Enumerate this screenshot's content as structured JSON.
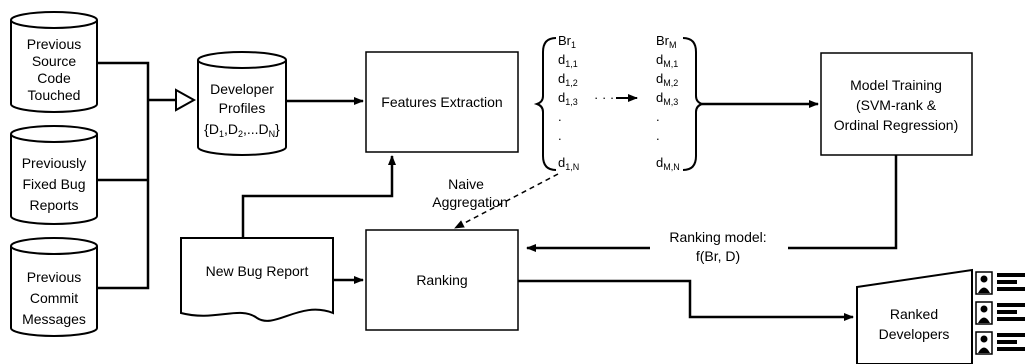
{
  "sources": {
    "source_code": [
      "Previous",
      "Source",
      "Code",
      "Touched"
    ],
    "bug_reports": [
      "Previously",
      "Fixed Bug",
      "Reports"
    ],
    "commits": [
      "Previous",
      "Commit",
      "Messages"
    ]
  },
  "profiles": {
    "lines": [
      "Developer",
      "Profiles"
    ],
    "set_open": "{D",
    "set_mid1": ",D",
    "set_mid2": ",...D",
    "set_close": "}",
    "sub1": "1",
    "sub2": "2",
    "subN": "N"
  },
  "features_label": "Features Extraction",
  "matrix": {
    "col1": [
      {
        "base": "Br",
        "sub": "1"
      },
      {
        "base": "d",
        "sub": "1,1"
      },
      {
        "base": "d",
        "sub": "1,2"
      },
      {
        "base": "d",
        "sub": "1,3"
      },
      {
        "base": ".",
        "sub": ""
      },
      {
        "base": ".",
        "sub": ""
      },
      {
        "base": "d",
        "sub": "1,N"
      }
    ],
    "colM": [
      {
        "base": "Br",
        "sub": "M"
      },
      {
        "base": "d",
        "sub": "M,1"
      },
      {
        "base": "d",
        "sub": "M,2"
      },
      {
        "base": "d",
        "sub": "M,3"
      },
      {
        "base": ".",
        "sub": ""
      },
      {
        "base": ".",
        "sub": ""
      },
      {
        "base": "d",
        "sub": "M,N"
      }
    ],
    "ellipsis": "· · · ·"
  },
  "model_training": [
    "Model Training",
    "(SVM-rank &",
    "Ordinal Regression)"
  ],
  "naive_aggregation": [
    "Naive",
    "Aggregation"
  ],
  "ranking_model": [
    "Ranking model:",
    "f(Br, D)"
  ],
  "new_bug_report": "New Bug Report",
  "ranking": "Ranking",
  "ranked_developers": [
    "Ranked",
    "Developers"
  ]
}
